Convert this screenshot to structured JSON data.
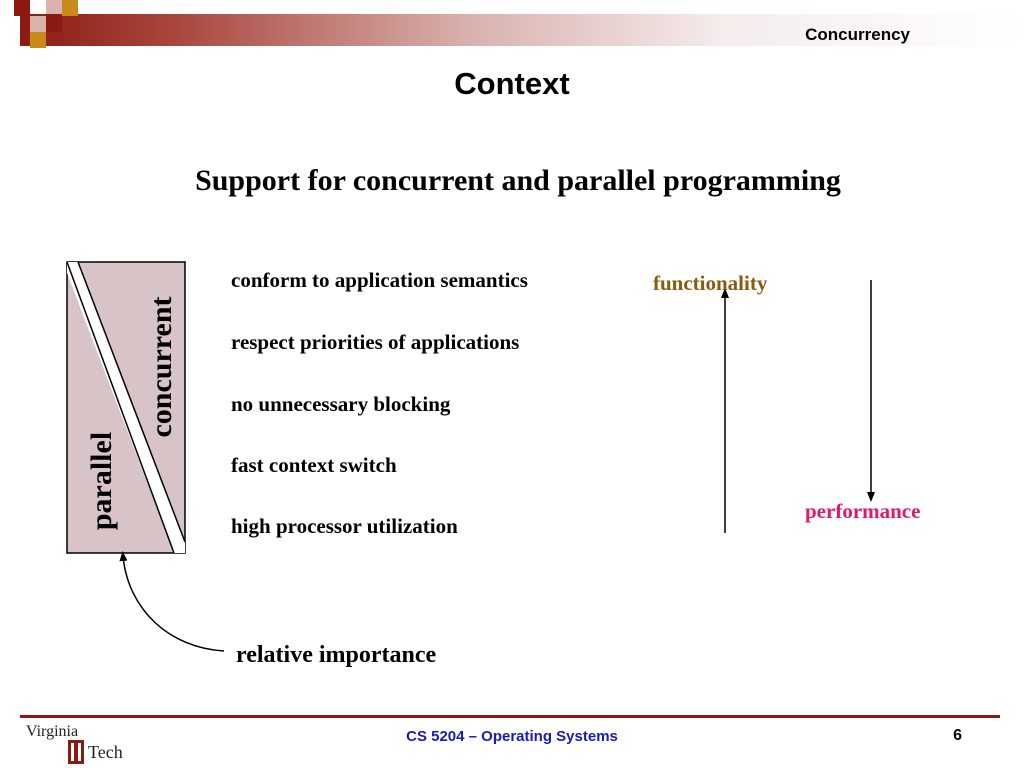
{
  "header": {
    "title": "Concurrency",
    "accent": "#8b1a10",
    "square_light": "#d9b2ae",
    "square_gold": "#c98a1a"
  },
  "slide": {
    "title": "Context",
    "subtitle": "Support for concurrent and parallel programming"
  },
  "diagram": {
    "left_label": "parallel",
    "right_label": "concurrent",
    "fill": "#d8c3c6",
    "annotation": "relative importance"
  },
  "bullets": [
    "conform to application semantics",
    "respect priorities of applications",
    "no unnecessary blocking",
    "fast context switch",
    "high processor utilization"
  ],
  "axes": {
    "up_label": "functionality",
    "down_label": "performance",
    "up_color": "#8a5a10",
    "down_color": "#e0186e"
  },
  "footer": {
    "logo_line1": "Virginia",
    "logo_line2": "Tech",
    "course": "CS 5204 – Operating Systems",
    "page": "6"
  }
}
